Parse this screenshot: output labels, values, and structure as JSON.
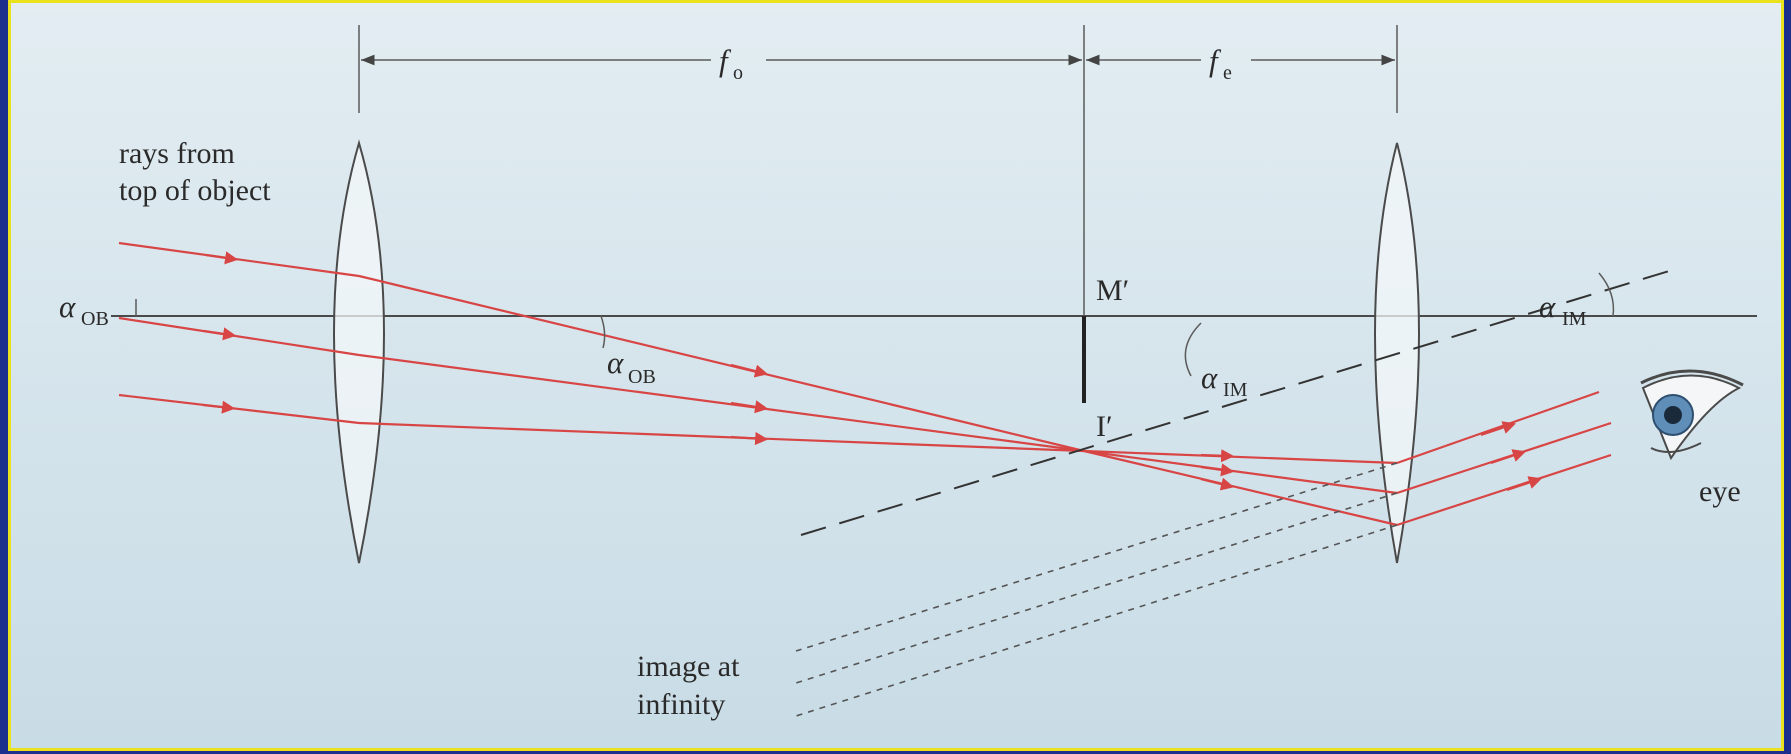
{
  "labels": {
    "focal_objective": "f",
    "focal_objective_sub": "o",
    "focal_eyepiece": "f",
    "focal_eyepiece_sub": "e",
    "rays_line1": "rays from",
    "rays_line2": "top of object",
    "alpha_ob_left": "α",
    "alpha_ob_left_sub": "OB",
    "alpha_ob_center": "α",
    "alpha_ob_center_sub": "OB",
    "alpha_im_center": "α",
    "alpha_im_center_sub": "IM",
    "alpha_im_right": "α",
    "alpha_im_right_sub": "IM",
    "m_prime": "M′",
    "i_prime": "I′",
    "eye": "eye",
    "image_line1": "image at",
    "image_line2": "infinity"
  },
  "colors": {
    "background": "#d6e6ee",
    "frame": "#1c2f8c",
    "border": "#e9e21c",
    "ray": "#d84545",
    "outline": "#4a4a4a"
  },
  "icons": {
    "eye": "eye-icon"
  }
}
